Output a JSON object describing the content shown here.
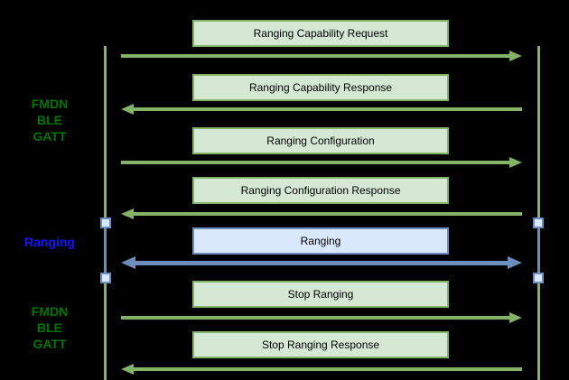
{
  "diagram": {
    "type": "sequence",
    "background_color": "#000000",
    "palette": {
      "green_fill": "#d5e8d4",
      "green_stroke": "#82b366",
      "blue_fill": "#dae8fc",
      "blue_stroke": "#6c8ebf",
      "phase_green_text": "#007700",
      "phase_blue_text": "#1414ff",
      "box_text": "#000000"
    },
    "phases": [
      {
        "id": "fmdn-ble-gatt-top",
        "color": "green",
        "lines": [
          "FMDN",
          "BLE",
          "GATT"
        ]
      },
      {
        "id": "ranging",
        "color": "blue",
        "lines": [
          "Ranging"
        ]
      },
      {
        "id": "fmdn-ble-gatt-bottom",
        "color": "green",
        "lines": [
          "FMDN",
          "BLE",
          "GATT"
        ]
      }
    ],
    "messages": [
      {
        "label": "Ranging Capability Request",
        "direction": "right",
        "style": "green"
      },
      {
        "label": "Ranging Capability Response",
        "direction": "left",
        "style": "green"
      },
      {
        "label": "Ranging Configuration",
        "direction": "right",
        "style": "green"
      },
      {
        "label": "Ranging Configuration Response",
        "direction": "left",
        "style": "green"
      },
      {
        "label": "Ranging",
        "direction": "both",
        "style": "blue"
      },
      {
        "label": "Stop Ranging",
        "direction": "right",
        "style": "green"
      },
      {
        "label": "Stop Ranging Response",
        "direction": "left",
        "style": "green"
      }
    ]
  }
}
